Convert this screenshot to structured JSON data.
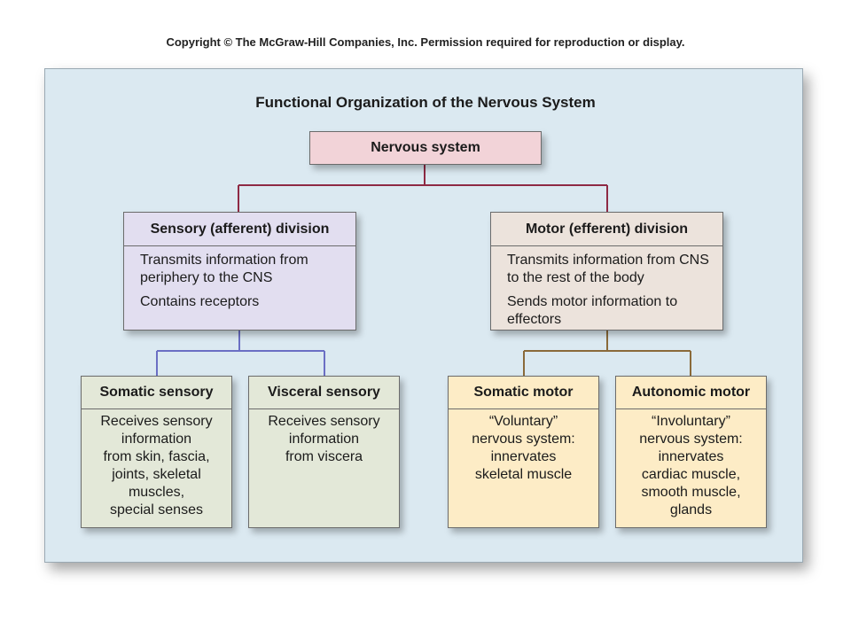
{
  "copyright": "Copyright © The McGraw-Hill Companies, Inc. Permission required for reproduction or display.",
  "diagram": {
    "title": "Functional Organization of the Nervous System",
    "root": {
      "label": "Nervous system"
    },
    "sensory_division": {
      "label": "Sensory (afferent) division",
      "lines": [
        "Transmits information from periphery to the CNS",
        "Contains receptors"
      ]
    },
    "motor_division": {
      "label": "Motor (efferent) division",
      "lines": [
        "Transmits information from CNS to the rest of the body",
        "Sends motor information to effectors"
      ]
    },
    "somatic_sensory": {
      "label": "Somatic sensory",
      "text": "Receives sensory\ninformation\nfrom skin, fascia,\njoints, skeletal\nmuscles,\nspecial senses"
    },
    "visceral_sensory": {
      "label": "Visceral sensory",
      "text": "Receives sensory\ninformation\nfrom viscera"
    },
    "somatic_motor": {
      "label": "Somatic motor",
      "text": "“Voluntary”\nnervous system:\ninnervates\nskeletal muscle"
    },
    "autonomic_motor": {
      "label": "Autonomic motor",
      "text": "“Involuntary”\nnervous system:\ninnervates\ncardiac muscle,\nsmooth muscle,\nglands"
    },
    "colors": {
      "root_connector": "#8e2a44",
      "sensory_connector": "#6b6fc4",
      "motor_connector": "#8a6a3a"
    }
  }
}
